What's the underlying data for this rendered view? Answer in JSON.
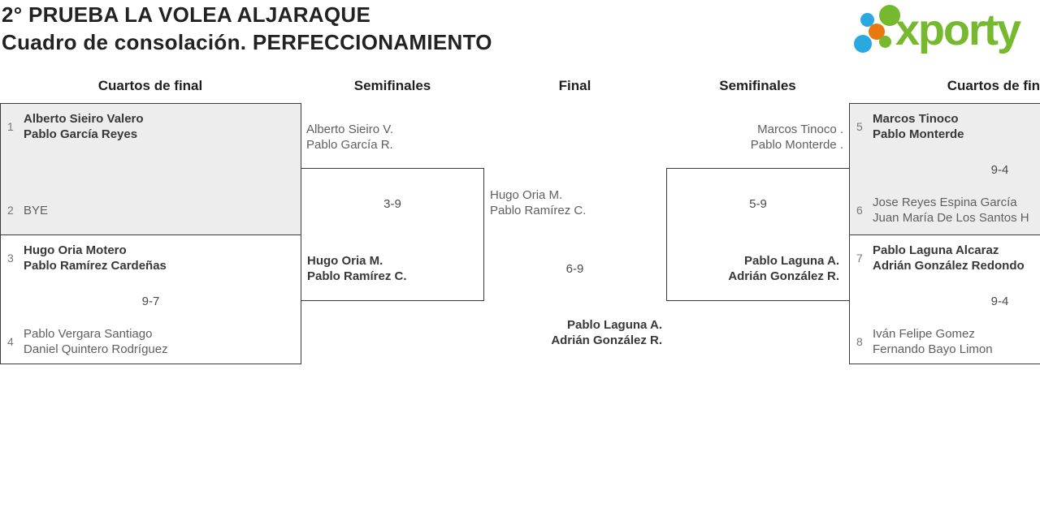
{
  "header": {
    "title_line1": "2° PRUEBA LA VOLEA ALJARAQUE",
    "title_line2": "Cuadro de consolación. PERFECCIONAMIENTO"
  },
  "logo": {
    "text": "xporty"
  },
  "colors": {
    "brand_green": "#76B82E",
    "brand_blue": "#29A9E0",
    "brand_orange": "#E8790F",
    "box_shaded": "#EDEDED",
    "box_border": "#3A3A3A",
    "winner_text": "#383838",
    "muted_text": "#5F5F5F"
  },
  "rounds": {
    "qf_left": "Cuartos de final",
    "sf_left": "Semifinales",
    "final": "Final",
    "sf_right": "Semifinales",
    "qf_right": "Cuartos de final"
  },
  "matches": {
    "qf1": {
      "seed_top": "1",
      "top_line1": "Alberto Sieiro Valero",
      "top_line2": "Pablo García Reyes",
      "seed_bottom": "2",
      "bottom_line1": "BYE",
      "bottom_line2": "",
      "score": ""
    },
    "qf2": {
      "seed_top": "3",
      "top_line1": "Hugo Oria Motero",
      "top_line2": "Pablo Ramírez Cardeñas",
      "seed_bottom": "4",
      "bottom_line1": "Pablo Vergara Santiago",
      "bottom_line2": "Daniel Quintero Rodríguez",
      "score": "9-7"
    },
    "sf_left": {
      "top_line1": "Alberto Sieiro V.",
      "top_line2": "Pablo García R.",
      "bottom_line1": "Hugo Oria M.",
      "bottom_line2": "Pablo Ramírez C.",
      "score": "3-9"
    },
    "final": {
      "top_line1": "Hugo Oria M.",
      "top_line2": "Pablo Ramírez C.",
      "bottom_line1": "Pablo Laguna A.",
      "bottom_line2": "Adrián González R.",
      "score": "6-9"
    },
    "sf_right": {
      "top_line1": "Marcos Tinoco .",
      "top_line2": "Pablo Monterde .",
      "bottom_line1": "Pablo Laguna A.",
      "bottom_line2": "Adrián González R.",
      "score": "5-9"
    },
    "qf3": {
      "seed_top": "5",
      "top_line1": "Marcos Tinoco",
      "top_line2": "Pablo Monterde",
      "seed_bottom": "6",
      "bottom_line1": "Jose Reyes Espina García",
      "bottom_line2": "Juan María De Los Santos H",
      "score": "9-4"
    },
    "qf4": {
      "seed_top": "7",
      "top_line1": "Pablo Laguna Alcaraz",
      "top_line2": "Adrián González Redondo",
      "seed_bottom": "8",
      "bottom_line1": "Iván Felipe Gomez",
      "bottom_line2": "Fernando Bayo Limon",
      "score": "9-4"
    }
  }
}
